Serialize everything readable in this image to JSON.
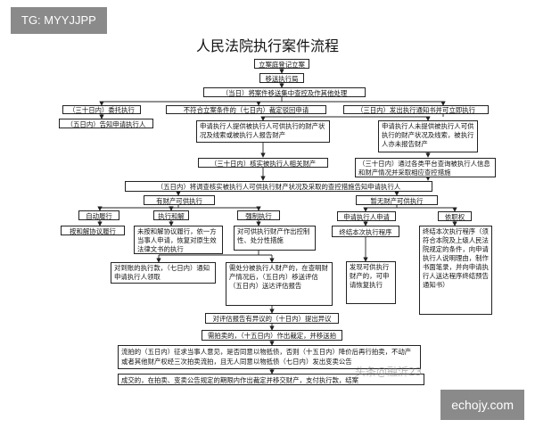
{
  "watermarks": {
    "top_left": "TG: MYYJJPP",
    "bottom_right": "echojy.com"
  },
  "overlay_stamp": "头条@融沂23",
  "title": "人民法院执行案件流程",
  "nodes": {
    "n1": "立案庭登记立案",
    "n2": "移送执行局",
    "n3": "（当日）将案件移送集中查控及作其他处理",
    "n4": "（三十日内）委托执行",
    "n5": "不符合立案条件的（七日内）裁定驳回申请",
    "n6": "（三日内）发出执行通知书并可立即执行",
    "n7": "（五日内）告知申请执行人",
    "n8": "申请执行人提供被执行人可供执行的财产状况及线索或被执行人报告财产",
    "n9": "申请执行人未提供被执行人可供执行的财产状况及线索，被执行人亦未报告财产",
    "n10": "（三十日内）核实被执行人相关财产",
    "n11": "（三十日内）通过各类平台查询被执行人信息和财产情况并采取相应查控措施",
    "n12": "（五日内）将调查核实被执行人可供执行财产状况及采取的查控措施告知申请执行人",
    "n13": "有财产可供执行",
    "n14": "暂无财产可供执行",
    "n15": "自动履行",
    "n16": "执行和解",
    "n17": "强制执行",
    "n18": "申请执行人申请",
    "n19": "依职权",
    "n20": "按和解协议履行",
    "n21": "未按和解协议履行，依一方当事人申请，恢复对原生效法律文书的执行",
    "n22": "对可供执行财产作出控制性、处分性措施",
    "n23": "终结本次执行程序",
    "n24": "终结本次执行程序（须符合本院及上级人民法院规定的条件，向申请执行人说明理由，制作书面笔录，并向申请执行人送达程序终结预告通知书）",
    "n25": "对到账的执行款，（七日内）通知申请执行人领取",
    "n26": "需处分被执行人财产的，在查明财产情况后，（五日内）移送评估（五日内）送达评估报告",
    "n27": "发现可供执行财产的，可申请恢复执行",
    "n28": "对评估报告有异议的（十日内）提出异议",
    "n29": "需拍卖的，（十五日内）作出裁定，并移送拍卖",
    "n30": "流拍的（五日内）征求当事人意见，是否同意以物抵债，否则（十五日内）降价后再行拍卖，不动产或者其他财产权经三次拍卖流拍，且无人同意以物抵债（七日内）发出变卖公告",
    "n31": "成交的，在拍卖、变卖公告规定的期限内作出裁定并移交财产，支付执行款，结案"
  }
}
